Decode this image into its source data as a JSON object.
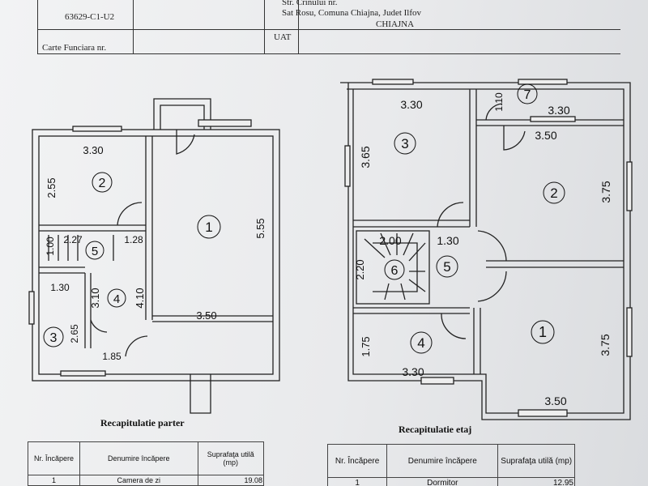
{
  "header": {
    "cadastral_code": "63629-C1-U2",
    "address_line1": "Str. Crinului nr.",
    "address_line2": "Sat Rosu, Comuna Chiajna, Judet Ilfov",
    "carte_funciara_label": "Carte Funciara nr.",
    "uat_label": "UAT",
    "uat_value": "CHIAJNA"
  },
  "ground_floor": {
    "rooms": [
      "1",
      "2",
      "3",
      "4",
      "5"
    ],
    "dims": [
      "3.30",
      "2.55",
      "5.55",
      "1.00",
      "2.27",
      "1.28",
      "1.30",
      "3.10",
      "4.10",
      "3.50",
      "2.65",
      "1.85"
    ]
  },
  "upper_floor": {
    "rooms": [
      "1",
      "2",
      "3",
      "4",
      "5",
      "6",
      "7"
    ],
    "dims": [
      "3.30",
      "1.10",
      "3.30",
      "3.50",
      "3.65",
      "3.75",
      "2.00",
      "1.30",
      "2.20",
      "1.75",
      "3.30",
      "3.75",
      "3.50"
    ]
  },
  "recap_parter": {
    "title": "Recapitulatie parter",
    "headers": [
      "Nr. Încăpere",
      "Denumire încăpere",
      "Suprafaţa utilă (mp)"
    ],
    "rows": [
      [
        "1",
        "Camera de zi",
        "19.08"
      ]
    ]
  },
  "recap_etaj": {
    "title": "Recapitulatie etaj",
    "headers": [
      "Nr. Încăpere",
      "Denumire încăpere",
      "Suprafaţa utilă (mp)"
    ],
    "rows": [
      [
        "1",
        "Dormitor",
        "12.95"
      ]
    ]
  }
}
